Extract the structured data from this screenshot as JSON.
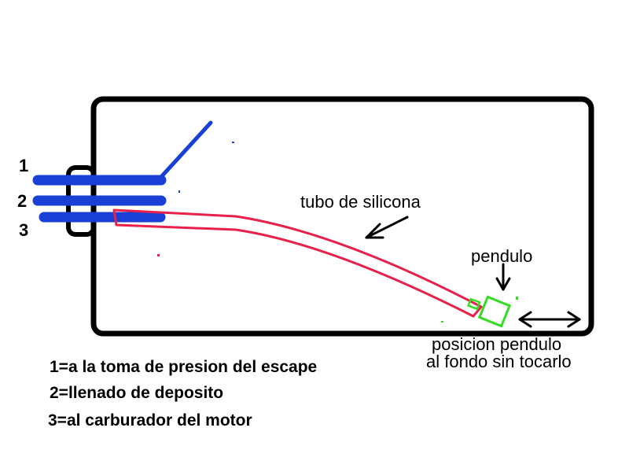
{
  "pipe_labels": [
    "1",
    "2",
    "3"
  ],
  "annotations": {
    "tube": "tubo de silicona",
    "pendulum": "pendulo",
    "position_line1": "posicion pendulo",
    "position_line2": "al fondo sin tocarlo"
  },
  "legend": [
    "1=a la toma de presion del escape",
    "2=llenado de deposito",
    "3=al carburador del motor"
  ],
  "colors": {
    "tank_outline": "#000000",
    "pipes": "#1a3fd6",
    "silicone_tube": "#e8204a",
    "pendulum": "#33dd22"
  }
}
